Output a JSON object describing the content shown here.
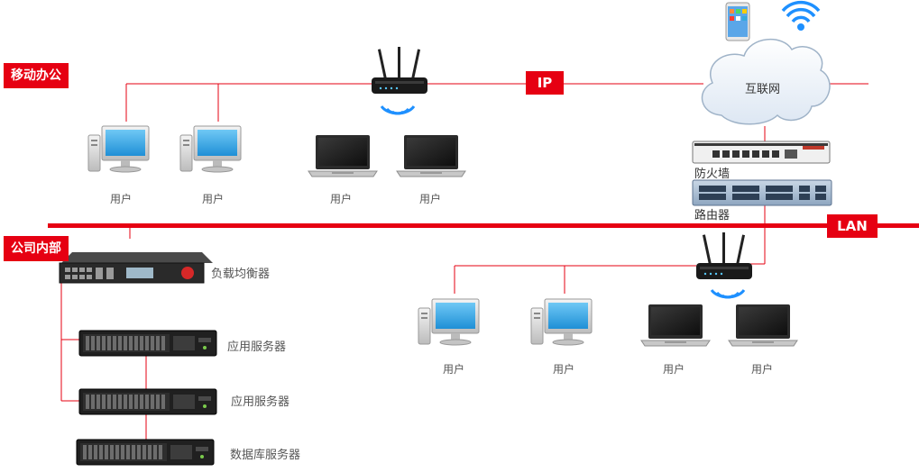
{
  "zones": {
    "mobile_office": "移动办公",
    "company_internal": "公司内部"
  },
  "tags": {
    "ip": "IP",
    "lan": "LAN"
  },
  "cloud_label": "互联网",
  "devices": {
    "firewall": "防火墙",
    "router": "路由器",
    "load_balancer": "负载均衡器",
    "app_server_1": "应用服务器",
    "app_server_2": "应用服务器",
    "db_server": "数据库服务器"
  },
  "users": {
    "mobile_1": "用户",
    "mobile_2": "用户",
    "mobile_3": "用户",
    "mobile_4": "用户",
    "lan_1": "用户",
    "lan_2": "用户",
    "lan_3": "用户",
    "lan_4": "用户"
  },
  "colors": {
    "accent_red": "#e60012",
    "wifi_blue": "#1e90ff",
    "device_dark": "#2a2a2a"
  }
}
